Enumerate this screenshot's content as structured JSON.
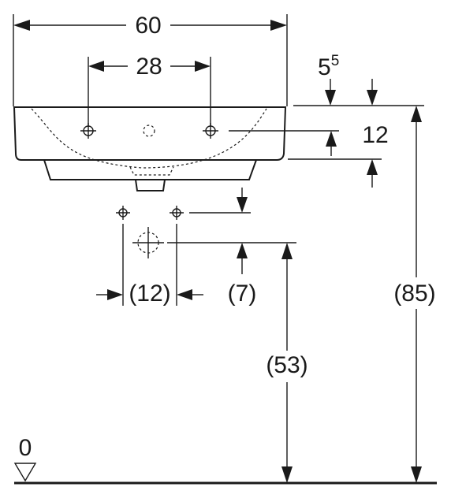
{
  "diagram": {
    "dimensions": {
      "overall_width": "60",
      "tap_spacing": "28",
      "rim_step_main": "5",
      "rim_step_sup": "5",
      "tap_hole_depth": "12",
      "supply_spacing": "(12)",
      "supply_offset": "(7)",
      "waste_height": "(53)",
      "rim_height": "(85)",
      "floor_level": "0"
    }
  }
}
